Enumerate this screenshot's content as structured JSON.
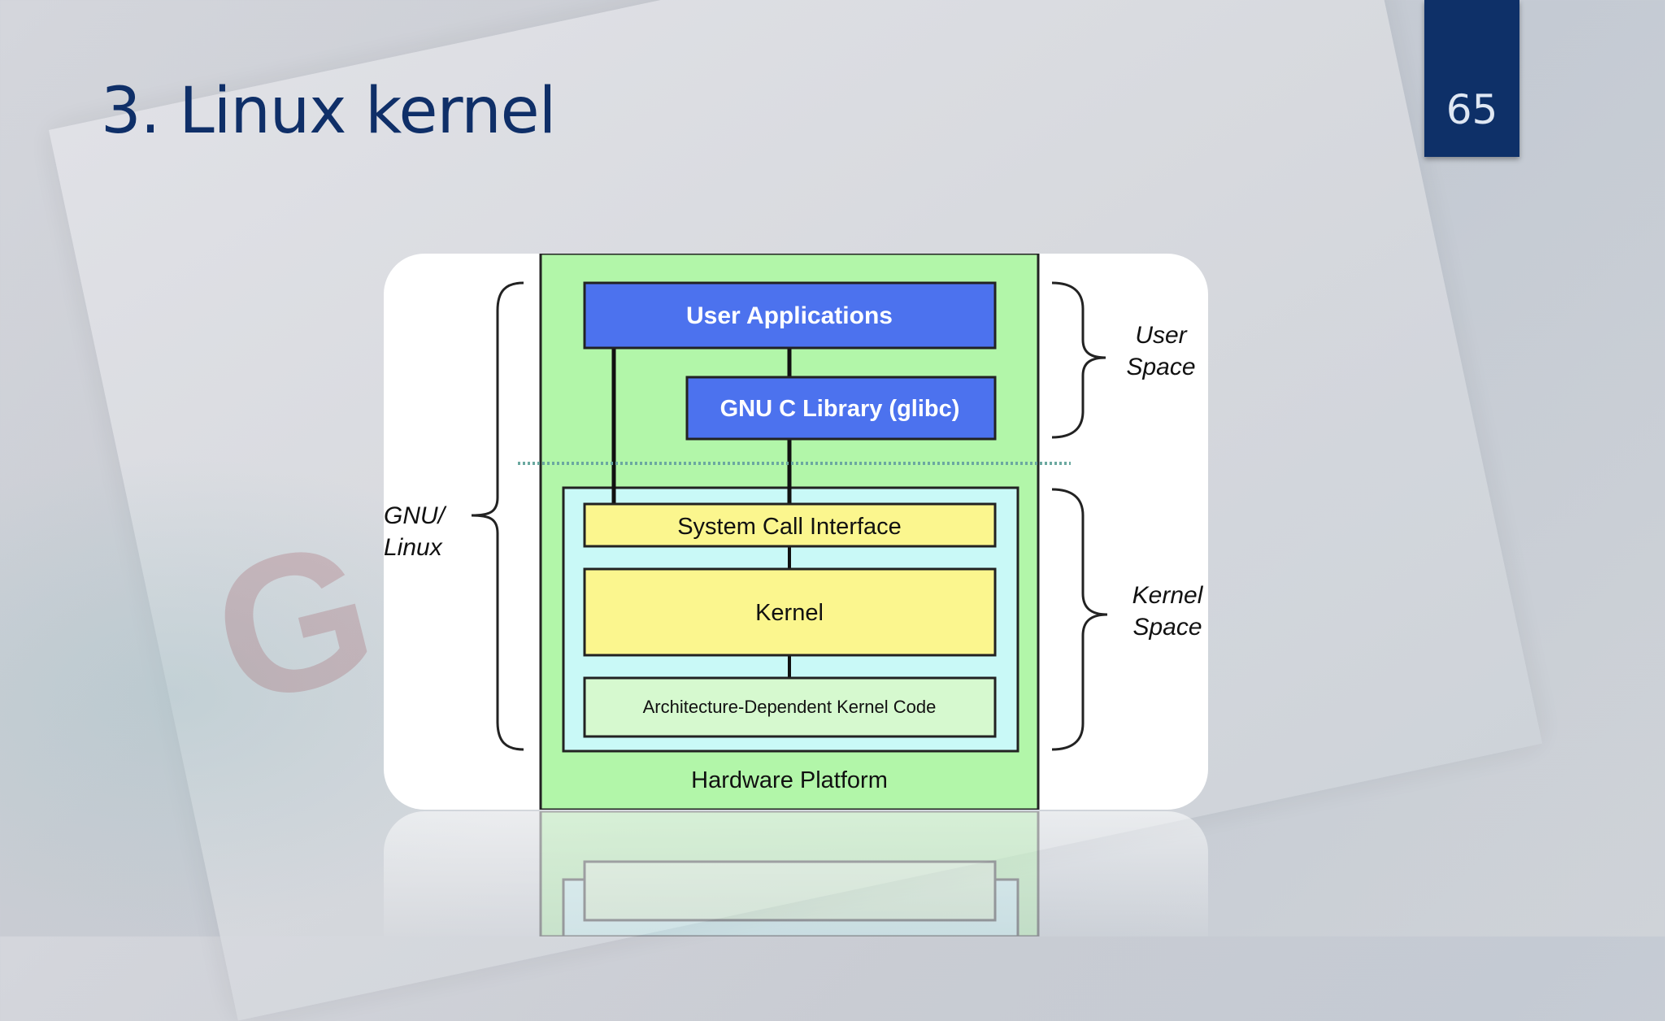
{
  "slide": {
    "title": "3. Linux kernel",
    "page_number": "65"
  },
  "diagram": {
    "boxes": {
      "user_applications": "User Applications",
      "glibc": "GNU C Library (glibc)",
      "system_call_interface": "System Call Interface",
      "kernel": "Kernel",
      "arch_code": "Architecture-Dependent Kernel Code",
      "hardware_platform": "Hardware Platform"
    },
    "labels": {
      "gnu_linux_line1": "GNU/",
      "gnu_linux_line2": "Linux",
      "user_space_line1": "User",
      "user_space_line2": "Space",
      "kernel_space_line1": "Kernel",
      "kernel_space_line2": "Space"
    },
    "colors": {
      "title": "#0f2f68",
      "badge": "#0e3068",
      "blue_box": "#4c72ee",
      "yellow_box": "#fbf68e",
      "green_bg": "#b2f6a9",
      "cyan_bg": "#c9f9f7",
      "light_green_box": "#d6f9cf"
    }
  }
}
